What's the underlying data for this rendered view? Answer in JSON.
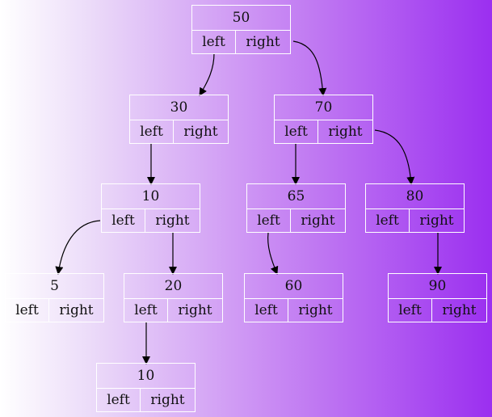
{
  "nodes": [
    {
      "id": "n50",
      "value": "50",
      "left": "left",
      "right": "right"
    },
    {
      "id": "n30",
      "value": "30",
      "left": "left",
      "right": "right"
    },
    {
      "id": "n70",
      "value": "70",
      "left": "left",
      "right": "right"
    },
    {
      "id": "n10a",
      "value": "10",
      "left": "left",
      "right": "right"
    },
    {
      "id": "n65",
      "value": "65",
      "left": "left",
      "right": "right"
    },
    {
      "id": "n80",
      "value": "80",
      "left": "left",
      "right": "right"
    },
    {
      "id": "n5",
      "value": "5",
      "left": "left",
      "right": "right"
    },
    {
      "id": "n20",
      "value": "20",
      "left": "left",
      "right": "right"
    },
    {
      "id": "n60",
      "value": "60",
      "left": "left",
      "right": "right"
    },
    {
      "id": "n90",
      "value": "90",
      "left": "left",
      "right": "right"
    },
    {
      "id": "n10b",
      "value": "10",
      "left": "left",
      "right": "right"
    }
  ],
  "edges": [
    {
      "from": "n50",
      "port": "left",
      "to": "n30"
    },
    {
      "from": "n50",
      "port": "right",
      "to": "n70"
    },
    {
      "from": "n30",
      "port": "left",
      "to": "n10a"
    },
    {
      "from": "n70",
      "port": "left",
      "to": "n65"
    },
    {
      "from": "n70",
      "port": "right",
      "to": "n80"
    },
    {
      "from": "n10a",
      "port": "left",
      "to": "n5"
    },
    {
      "from": "n10a",
      "port": "right",
      "to": "n20"
    },
    {
      "from": "n65",
      "port": "left",
      "to": "n60"
    },
    {
      "from": "n80",
      "port": "right",
      "to": "n90"
    },
    {
      "from": "n20",
      "port": "left",
      "to": "n10b"
    }
  ],
  "colors": {
    "border": "#ffffff",
    "edge": "#000000"
  }
}
